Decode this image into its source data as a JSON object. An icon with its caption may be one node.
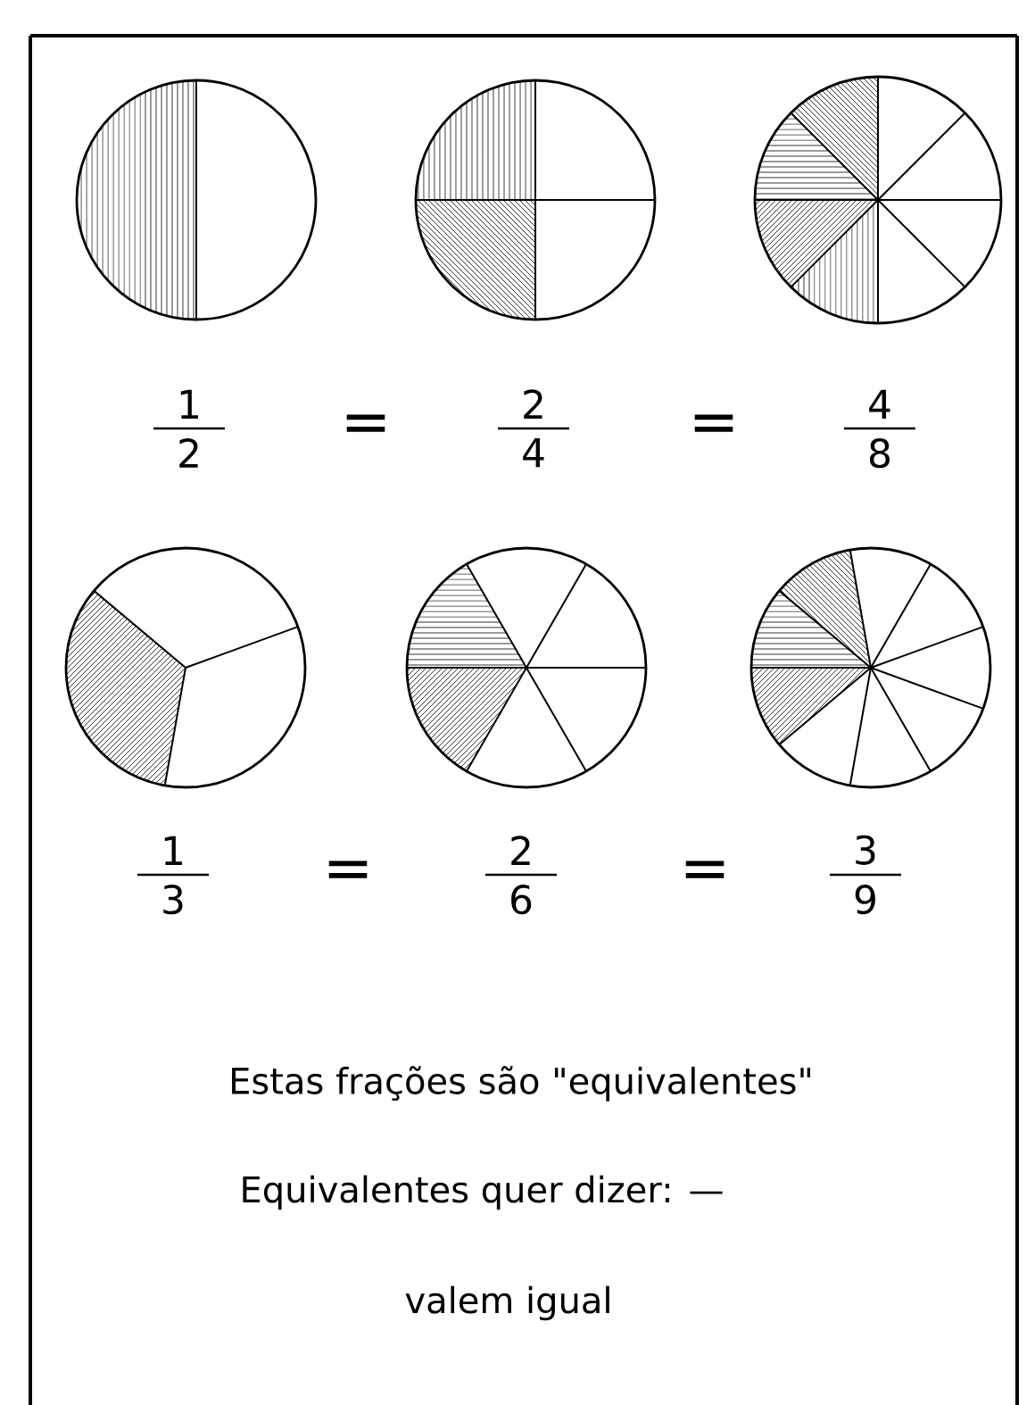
{
  "diagram": {
    "nodes": [
      {
        "text": [],
        "shape": "circle"
      },
      {
        "text": [],
        "shape": "circle"
      },
      {
        "text": [],
        "shape": "circle"
      },
      {
        "text": [],
        "shape": "circle"
      },
      {
        "text": [],
        "shape": "circle"
      },
      {
        "text": [],
        "shape": "circle"
      }
    ],
    "edges": [],
    "labels": [
      "1",
      "2",
      "=",
      "2",
      "4",
      "=",
      "4",
      "8",
      "1",
      "3",
      "=",
      "2",
      "6",
      "=",
      "3",
      "9",
      "Estas frações são \"equivalentes\"",
      "Equivalentes quer dizer: —",
      "valem igual"
    ]
  }
}
